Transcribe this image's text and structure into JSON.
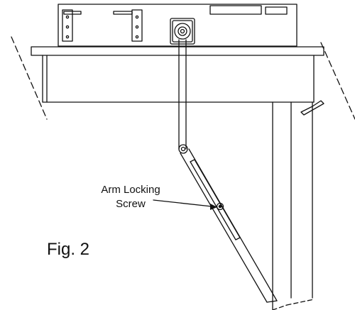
{
  "callout": {
    "line1": "Arm Locking",
    "line2": "Screw"
  },
  "caption": "Fig. 2",
  "colors": {
    "ink": "#111111",
    "background": "#ffffff"
  }
}
